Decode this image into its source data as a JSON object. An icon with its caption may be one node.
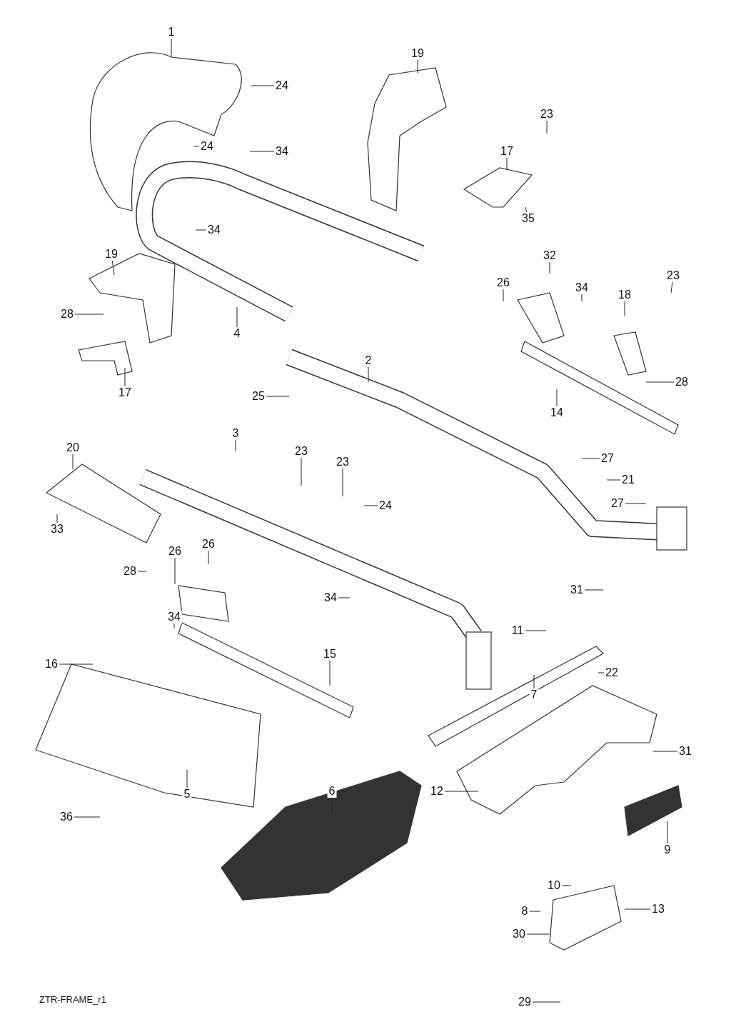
{
  "diagram": {
    "nodes": [
      {
        "text": [
          "1"
        ]
      },
      {
        "text": [
          "19"
        ]
      },
      {
        "text": [
          "24"
        ]
      },
      {
        "text": [
          "23"
        ]
      },
      {
        "text": [
          "24"
        ]
      },
      {
        "text": [
          "34"
        ]
      },
      {
        "text": [
          "17"
        ]
      },
      {
        "text": [
          "35"
        ]
      },
      {
        "text": [
          "34"
        ]
      },
      {
        "text": [
          "19"
        ]
      },
      {
        "text": [
          "32"
        ]
      },
      {
        "text": [
          "34"
        ]
      },
      {
        "text": [
          "26"
        ]
      },
      {
        "text": [
          "23"
        ]
      },
      {
        "text": [
          "18"
        ]
      },
      {
        "text": [
          "28"
        ]
      },
      {
        "text": [
          "4"
        ]
      },
      {
        "text": [
          "2"
        ]
      },
      {
        "text": [
          "28"
        ]
      },
      {
        "text": [
          "17"
        ]
      },
      {
        "text": [
          "25"
        ]
      },
      {
        "text": [
          "14"
        ]
      },
      {
        "text": [
          "3"
        ]
      },
      {
        "text": [
          "20"
        ]
      },
      {
        "text": [
          "23"
        ]
      },
      {
        "text": [
          "27"
        ]
      },
      {
        "text": [
          "23"
        ]
      },
      {
        "text": [
          "21"
        ]
      },
      {
        "text": [
          "24"
        ]
      },
      {
        "text": [
          "27"
        ]
      },
      {
        "text": [
          "33"
        ]
      },
      {
        "text": [
          "26"
        ]
      },
      {
        "text": [
          "26"
        ]
      },
      {
        "text": [
          "28"
        ]
      },
      {
        "text": [
          "31"
        ]
      },
      {
        "text": [
          "34"
        ]
      },
      {
        "text": [
          "34"
        ]
      },
      {
        "text": [
          "11"
        ]
      },
      {
        "text": [
          "15"
        ]
      },
      {
        "text": [
          "16"
        ]
      },
      {
        "text": [
          "22"
        ]
      },
      {
        "text": [
          "7"
        ]
      },
      {
        "text": [
          "31"
        ]
      },
      {
        "text": [
          "12"
        ]
      },
      {
        "text": [
          "6"
        ]
      },
      {
        "text": [
          "5"
        ]
      },
      {
        "text": [
          "36"
        ]
      },
      {
        "text": [
          "9"
        ]
      },
      {
        "text": [
          "10"
        ]
      },
      {
        "text": [
          "8"
        ]
      },
      {
        "text": [
          "13"
        ]
      },
      {
        "text": [
          "30"
        ]
      },
      {
        "text": [
          "29"
        ]
      }
    ],
    "edges": [
      {
        "from": 0,
        "to": null,
        "arrow": "none"
      },
      {
        "from": 1,
        "to": null,
        "arrow": "none"
      },
      {
        "from": 2,
        "to": null,
        "arrow": "none"
      },
      {
        "from": 3,
        "to": null,
        "arrow": "none"
      },
      {
        "from": 4,
        "to": null,
        "arrow": "none"
      },
      {
        "from": 5,
        "to": null,
        "arrow": "none"
      },
      {
        "from": 6,
        "to": null,
        "arrow": "none"
      },
      {
        "from": 7,
        "to": null,
        "arrow": "none"
      },
      {
        "from": 8,
        "to": null,
        "arrow": "none"
      },
      {
        "from": 9,
        "to": null,
        "arrow": "none"
      },
      {
        "from": 10,
        "to": null,
        "arrow": "none"
      },
      {
        "from": 11,
        "to": null,
        "arrow": "none"
      },
      {
        "from": 12,
        "to": null,
        "arrow": "none"
      },
      {
        "from": 13,
        "to": null,
        "arrow": "none"
      },
      {
        "from": 14,
        "to": null,
        "arrow": "none"
      },
      {
        "from": 15,
        "to": null,
        "arrow": "none"
      },
      {
        "from": 16,
        "to": null,
        "arrow": "none"
      },
      {
        "from": 17,
        "to": null,
        "arrow": "none"
      },
      {
        "from": 18,
        "to": null,
        "arrow": "none"
      },
      {
        "from": 19,
        "to": null,
        "arrow": "none"
      },
      {
        "from": 20,
        "to": null,
        "arrow": "none"
      },
      {
        "from": 21,
        "to": null,
        "arrow": "none"
      },
      {
        "from": 22,
        "to": null,
        "arrow": "none"
      },
      {
        "from": 23,
        "to": null,
        "arrow": "none"
      },
      {
        "from": 24,
        "to": null,
        "arrow": "none"
      },
      {
        "from": 25,
        "to": null,
        "arrow": "none"
      },
      {
        "from": 26,
        "to": null,
        "arrow": "none"
      },
      {
        "from": 27,
        "to": null,
        "arrow": "none"
      },
      {
        "from": 28,
        "to": null,
        "arrow": "none"
      },
      {
        "from": 29,
        "to": null,
        "arrow": "none"
      },
      {
        "from": 30,
        "to": null,
        "arrow": "none"
      },
      {
        "from": 31,
        "to": null,
        "arrow": "none"
      },
      {
        "from": 32,
        "to": null,
        "arrow": "none"
      },
      {
        "from": 33,
        "to": null,
        "arrow": "none"
      },
      {
        "from": 34,
        "to": null,
        "arrow": "none"
      },
      {
        "from": 35,
        "to": null,
        "arrow": "none"
      },
      {
        "from": 36,
        "to": null,
        "arrow": "none"
      },
      {
        "from": 37,
        "to": null,
        "arrow": "none"
      },
      {
        "from": 38,
        "to": null,
        "arrow": "none"
      },
      {
        "from": 39,
        "to": null,
        "arrow": "none"
      },
      {
        "from": 40,
        "to": null,
        "arrow": "none"
      },
      {
        "from": 41,
        "to": null,
        "arrow": "none"
      },
      {
        "from": 42,
        "to": null,
        "arrow": "none"
      },
      {
        "from": 43,
        "to": null,
        "arrow": "none"
      },
      {
        "from": 44,
        "to": null,
        "arrow": "none"
      },
      {
        "from": 45,
        "to": null,
        "arrow": "none"
      },
      {
        "from": 46,
        "to": null,
        "arrow": "none"
      },
      {
        "from": 47,
        "to": null,
        "arrow": "none"
      },
      {
        "from": 48,
        "to": null,
        "arrow": "none"
      },
      {
        "from": 49,
        "to": null,
        "arrow": "none"
      },
      {
        "from": 50,
        "to": null,
        "arrow": "none"
      },
      {
        "from": 51,
        "to": null,
        "arrow": "none"
      },
      {
        "from": 52,
        "to": null,
        "arrow": "none"
      }
    ],
    "labels": [
      "ZTR-FRAME_r1"
    ]
  }
}
